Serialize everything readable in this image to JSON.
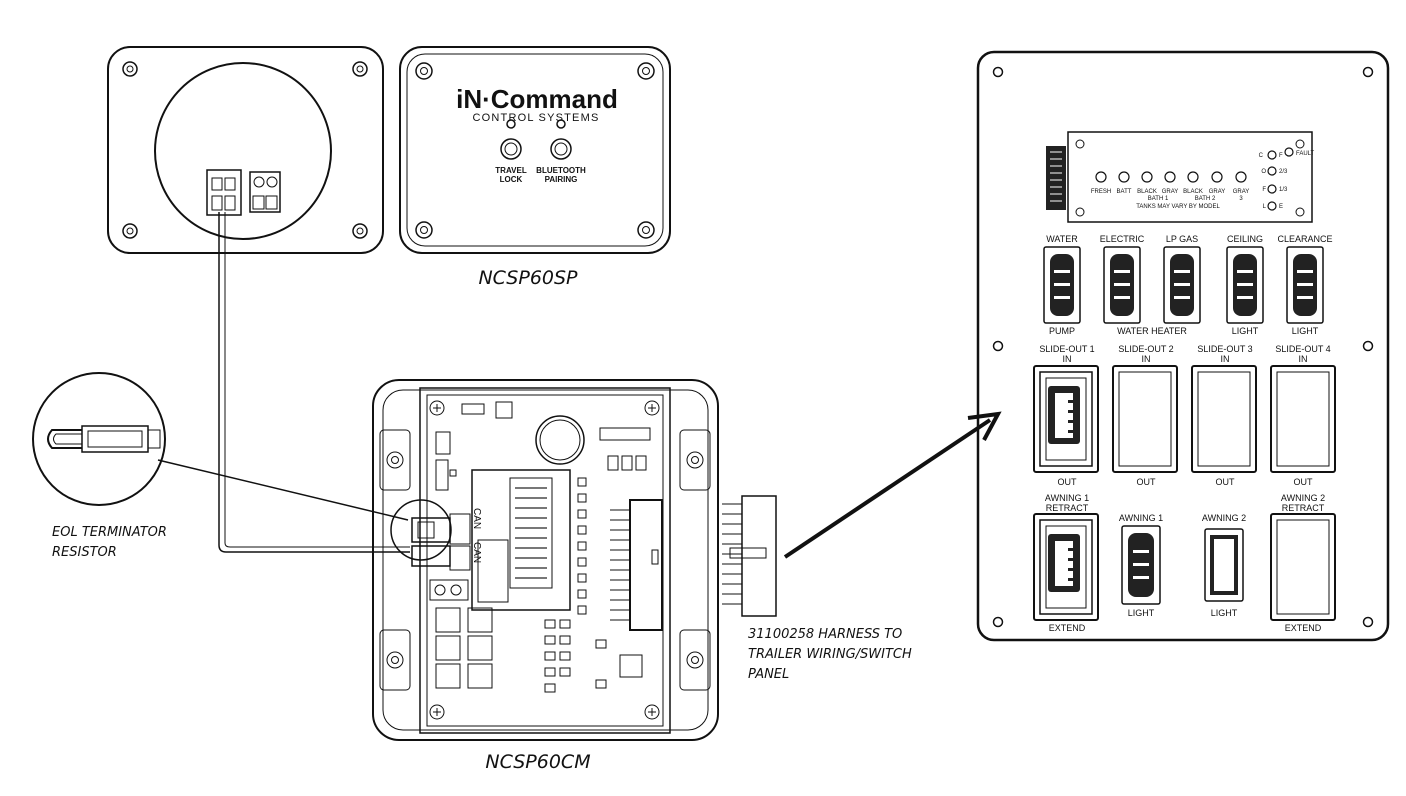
{
  "sp_panel": {
    "brand": "iN·Command",
    "subtitle": "CONTROL SYSTEMS",
    "button_left": [
      "TRAVEL",
      "LOCK"
    ],
    "button_right": [
      "BLUETOOTH",
      "PAIRING"
    ],
    "model": "NCSP60SP"
  },
  "cm_module": {
    "model": "NCSP60CM",
    "can_label_1": "CAN",
    "can_label_2": "CAN"
  },
  "callouts": {
    "eol": [
      "EOL TERMINATOR",
      "RESISTOR"
    ],
    "harness": [
      "31100258 HARNESS TO",
      "TRAILER WIRING/SWITCH",
      "PANEL"
    ]
  },
  "switch_panel": {
    "tank_labels": [
      "FRESH",
      "BATT",
      "BLACK",
      "GRAY",
      "BLACK",
      "GRAY",
      "GRAY"
    ],
    "tank_sublabels": [
      "BATH 1",
      "BATH 2",
      "3"
    ],
    "tank_note": "TANKS MAY VARY BY MODEL",
    "level_labels": [
      "C",
      "F",
      "O",
      "2/3",
      "F",
      "1/3",
      "L",
      "E"
    ],
    "fault": "FAULT",
    "row1_top": [
      "WATER",
      "ELECTRIC",
      "LP GAS",
      "CEILING",
      "CLEARANCE"
    ],
    "row1_bottom": [
      "PUMP",
      "WATER HEATER",
      "LIGHT",
      "LIGHT"
    ],
    "row2_top": [
      "SLIDE-OUT 1",
      "SLIDE-OUT 2",
      "SLIDE-OUT 3",
      "SLIDE-OUT 4"
    ],
    "row2_in": "IN",
    "row2_bottom": "OUT",
    "row3_top": [
      "AWNING 1",
      "AWNING 1",
      "AWNING 2",
      "AWNING 2"
    ],
    "row3_retract": "RETRACT",
    "row3_bottom": [
      "EXTEND",
      "LIGHT",
      "LIGHT",
      "EXTEND"
    ]
  }
}
